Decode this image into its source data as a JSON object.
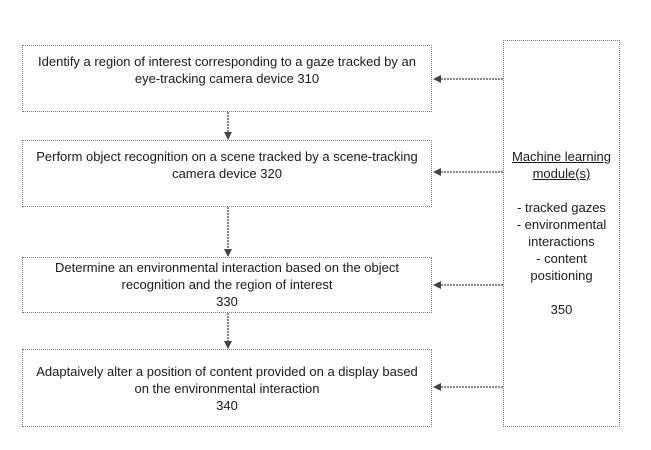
{
  "steps": [
    {
      "text": "Identify a region of interest corresponding to a gaze tracked by an eye-tracking camera device 310"
    },
    {
      "text": "Perform object recognition on a scene tracked by a scene-tracking camera device 320"
    },
    {
      "lines": [
        "Determine an environmental interaction based on the object recognition and the region of interest",
        "330"
      ]
    },
    {
      "lines": [
        "Adaptaively alter a position of content provided on a display based on the environmental interaction",
        "340"
      ]
    }
  ],
  "module": {
    "title": "Machine learning module(s)",
    "items": [
      "- tracked gazes",
      "- environmental interactions",
      "- content positioning"
    ],
    "ref": "350"
  }
}
